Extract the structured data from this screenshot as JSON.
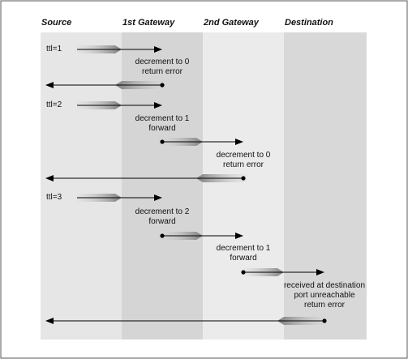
{
  "columns": [
    "Source",
    "1st Gateway",
    "2nd Gateway",
    "Destination"
  ],
  "probes": [
    {
      "ttl_label": "ttl=1",
      "steps": [
        {
          "lines": [
            "decrement to 0",
            "return error"
          ]
        }
      ]
    },
    {
      "ttl_label": "ttl=2",
      "steps": [
        {
          "lines": [
            "decrement to 1",
            "forward"
          ]
        },
        {
          "lines": [
            "decrement to 0",
            "return error"
          ]
        }
      ]
    },
    {
      "ttl_label": "ttl=3",
      "steps": [
        {
          "lines": [
            "decrement to 2",
            "forward"
          ]
        },
        {
          "lines": [
            "decrement to 1",
            "forward"
          ]
        },
        {
          "lines": [
            "received at destination",
            "port unreachable",
            "return error"
          ]
        }
      ]
    }
  ]
}
